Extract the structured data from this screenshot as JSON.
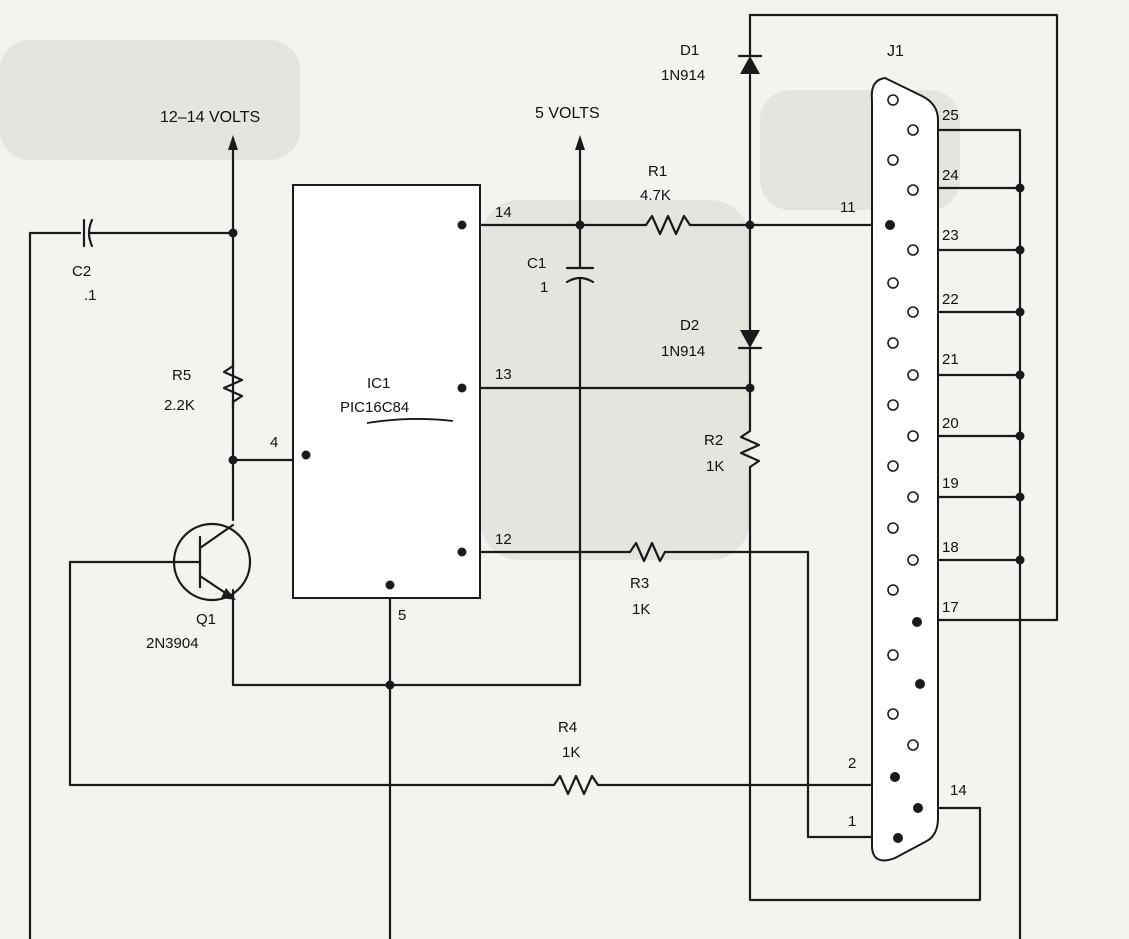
{
  "supplies": {
    "vpp": "12–14 VOLTS",
    "vcc": "5 VOLTS"
  },
  "ic1": {
    "ref": "IC1",
    "part": "PIC16C84",
    "pins": {
      "p4": "4",
      "p5": "5",
      "p12": "12",
      "p13": "13",
      "p14": "14"
    }
  },
  "components": {
    "c1": {
      "ref": "C1",
      "value": "1"
    },
    "c2": {
      "ref": "C2",
      "value": ".1"
    },
    "r1": {
      "ref": "R1",
      "value": "4.7K"
    },
    "r2": {
      "ref": "R2",
      "value": "1K"
    },
    "r3": {
      "ref": "R3",
      "value": "1K"
    },
    "r4": {
      "ref": "R4",
      "value": "1K"
    },
    "r5": {
      "ref": "R5",
      "value": "2.2K"
    },
    "d1": {
      "ref": "D1",
      "value": "1N914"
    },
    "d2": {
      "ref": "D2",
      "value": "1N914"
    },
    "q1": {
      "ref": "Q1",
      "value": "2N3904"
    }
  },
  "connector": {
    "ref": "J1",
    "pin_labels": {
      "p25": "25",
      "p24": "24",
      "p23": "23",
      "p22": "22",
      "p21": "21",
      "p20": "20",
      "p19": "19",
      "p18": "18",
      "p17": "17",
      "p11": "11",
      "p2": "2",
      "p1": "1",
      "p14": "14"
    }
  }
}
